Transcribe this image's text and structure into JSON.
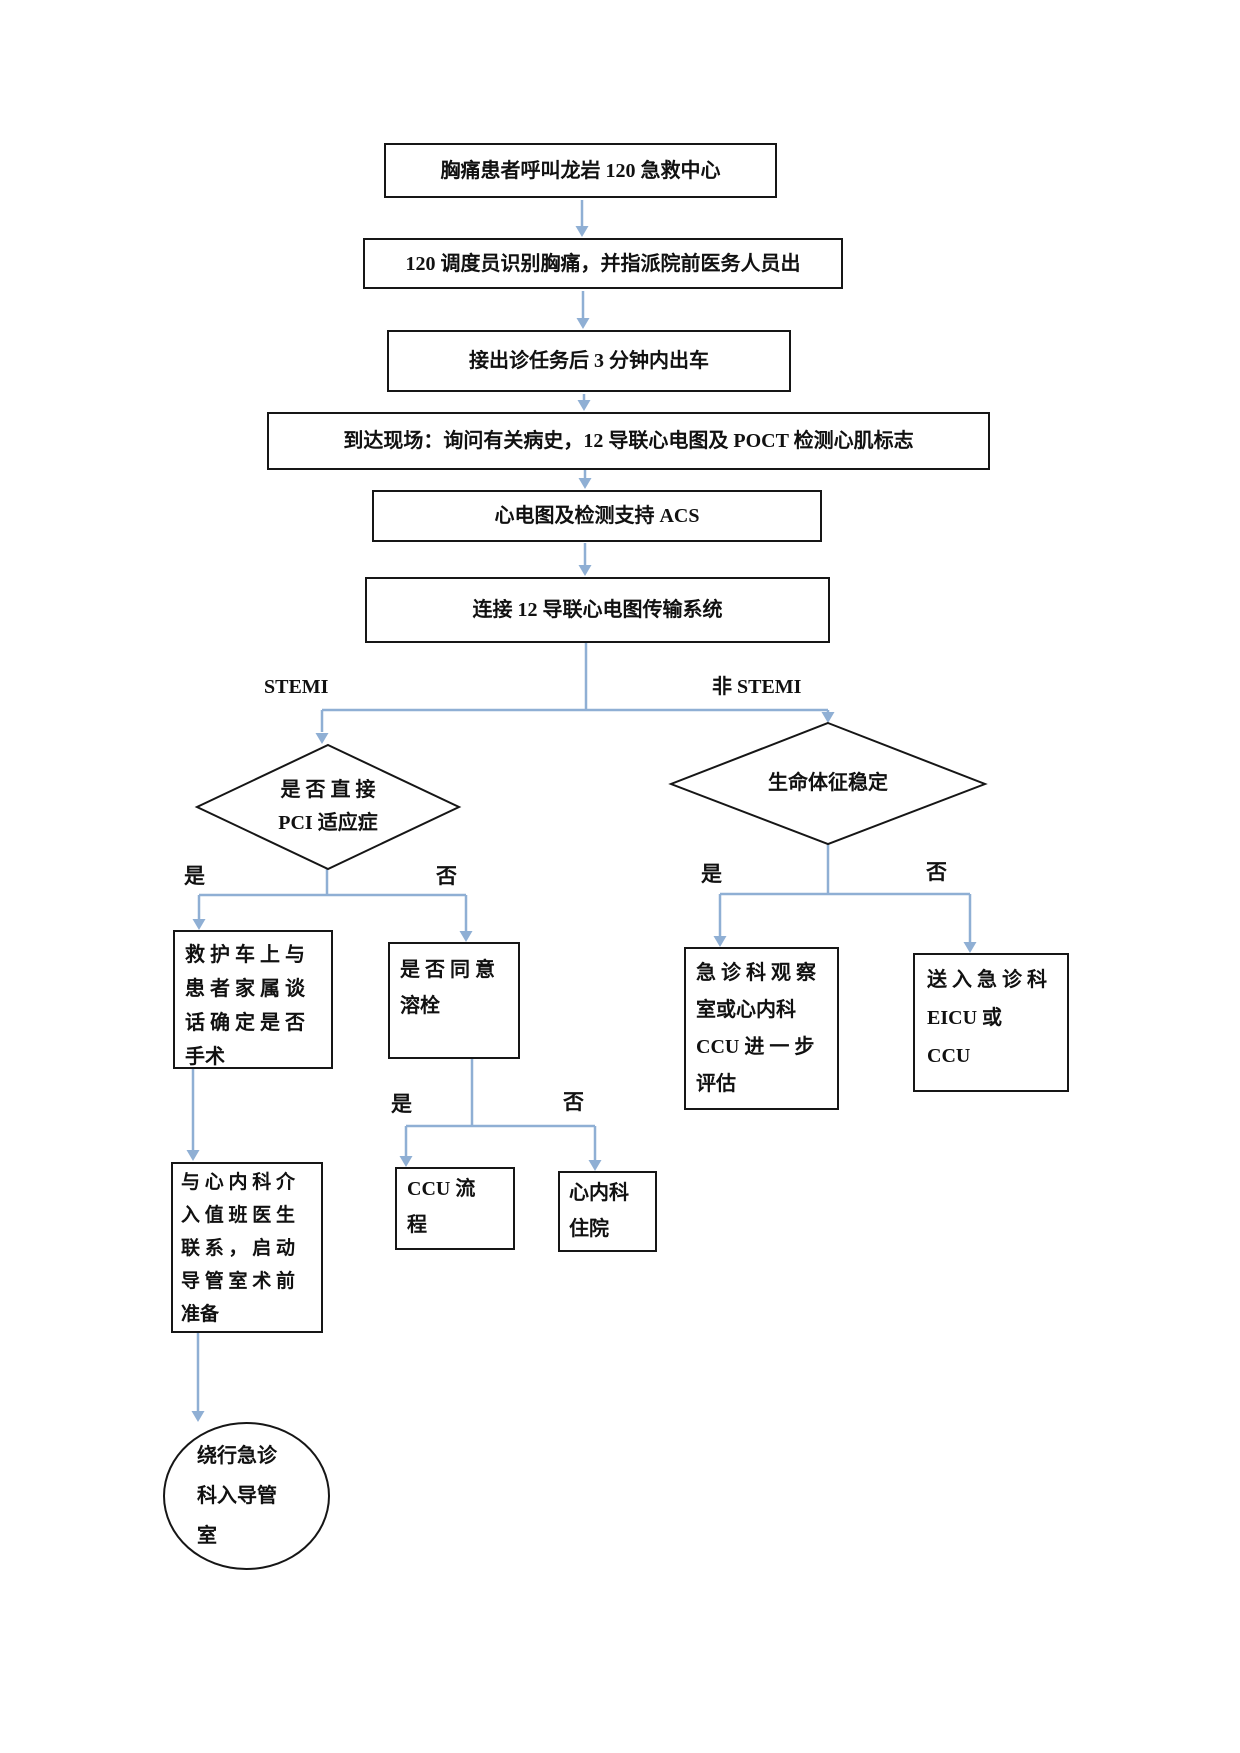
{
  "colors": {
    "connector": "#8FAFD4",
    "shape_border": "#161616",
    "text": "#111111",
    "page_bg": "#FFFFFF"
  },
  "nodes": {
    "call_center": "胸痛患者呼叫龙岩 120 急救中心",
    "dispatcher": "120 调度员识别胸痛，并指派院前医务人员出",
    "depart": "接出诊任务后 3 分钟内出车",
    "arrive": "到达现场：询问有关病史，12 导联心电图及 POCT 检测心肌标志",
    "acs": "心电图及检测支持 ACS",
    "transmission": "连接 12 导联心电图传输系统",
    "pci_decision": "是 否 直 接\nPCI 适应症",
    "vitals_decision": "生命体征稳定",
    "family_talk": "救 护 车 上 与\n患 者 家 属 谈\n话 确 定 是 否\n手术",
    "thrombolysis": "是 否 同 意\n溶栓",
    "ccu_process": "CCU 流\n程",
    "cardiology_admit": "心内科\n住院",
    "cath_lab_prep": "与 心 内 科 介\n入 值 班 医 生\n联 系 ， 启 动\n导 管 室 术 前\n准备",
    "bypass_ed": "绕行急诊\n科入导管\n室",
    "ed_observation": "急 诊 科 观 察\n室或心内科\nCCU 进 一 步\n评估",
    "eicu": "送 入 急 诊 科\nEICU 或\nCCU"
  },
  "branch_labels": {
    "stemi": "STEMI",
    "non_stemi": "非 STEMI",
    "pci_yes": "是",
    "pci_no": "否",
    "lysis_yes": "是",
    "lysis_no": "否",
    "vitals_yes": "是",
    "vitals_no": "否"
  }
}
